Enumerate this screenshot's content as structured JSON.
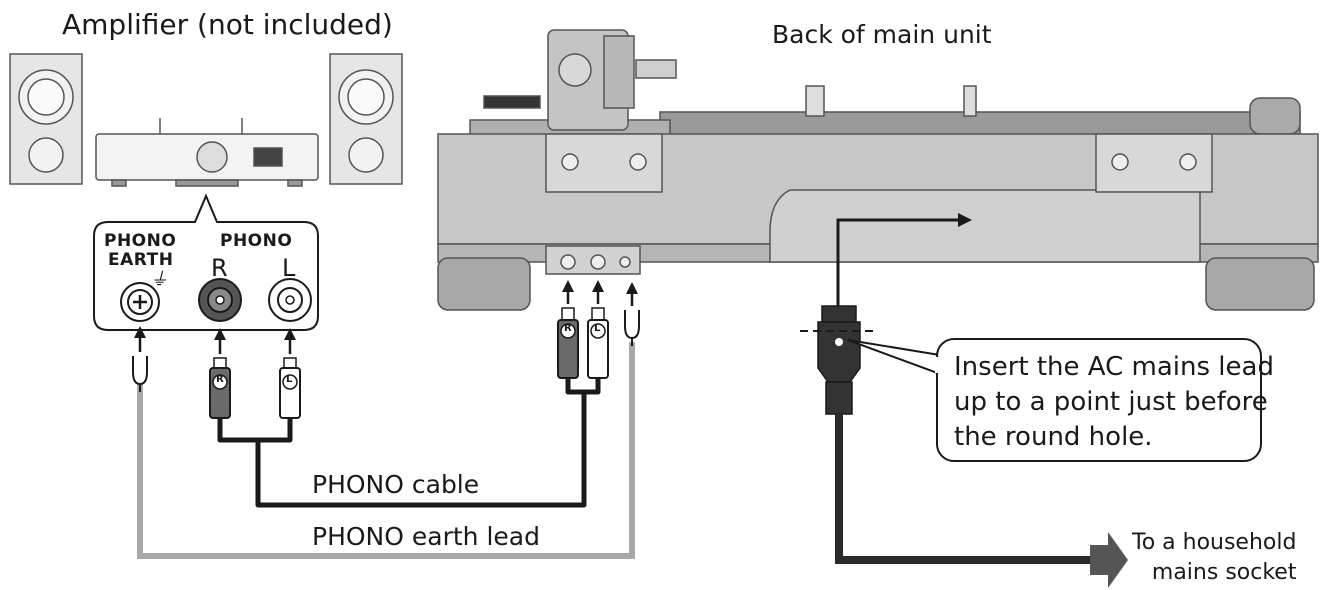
{
  "amplifier": {
    "title": "Amplifier (not included)"
  },
  "main_unit": {
    "title": "Back of main unit"
  },
  "panel": {
    "phono_earth_label_1": "PHONO",
    "phono_earth_label_2": "EARTH",
    "phono_label": "PHONO",
    "r_label": "R",
    "l_label": "L",
    "ground_symbol": "⏚"
  },
  "plugs": {
    "r": "R",
    "l": "L"
  },
  "cables": {
    "phono_cable": "PHONO cable",
    "earth_lead": "PHONO earth lead"
  },
  "callout": {
    "line1": "Insert the AC mains lead",
    "line2": "up to a point just before",
    "line3": "the round hole."
  },
  "socket": {
    "line1": "To a household",
    "line2": "mains socket"
  },
  "colors": {
    "outline": "#1a1a1a",
    "grey_lead": "#a8a8a8",
    "body_grey": "#bdbdbd"
  }
}
